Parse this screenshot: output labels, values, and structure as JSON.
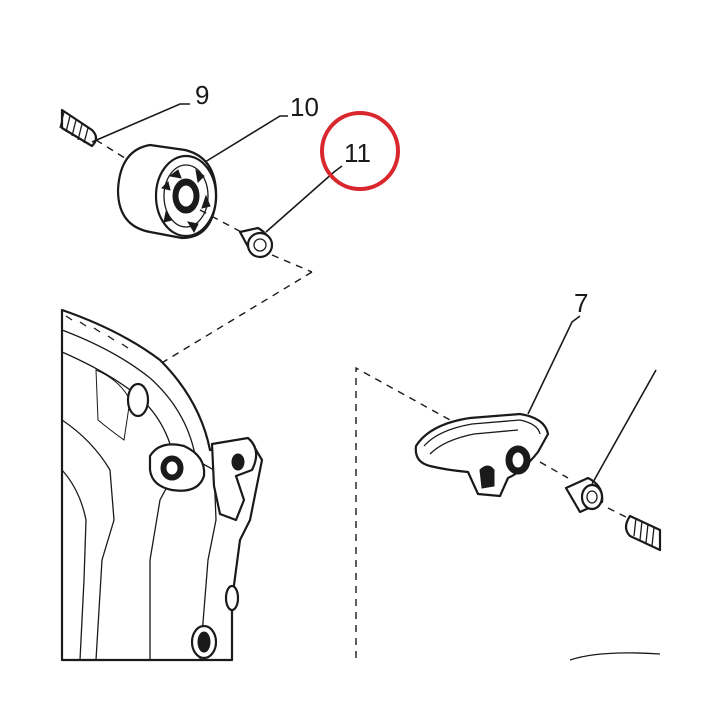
{
  "diagram": {
    "callouts": [
      {
        "id": "9",
        "label": "9"
      },
      {
        "id": "10",
        "label": "10"
      },
      {
        "id": "11",
        "label": "11",
        "highlighted": true
      },
      {
        "id": "7",
        "label": "7"
      }
    ],
    "highlight_color": "#d9272e"
  }
}
